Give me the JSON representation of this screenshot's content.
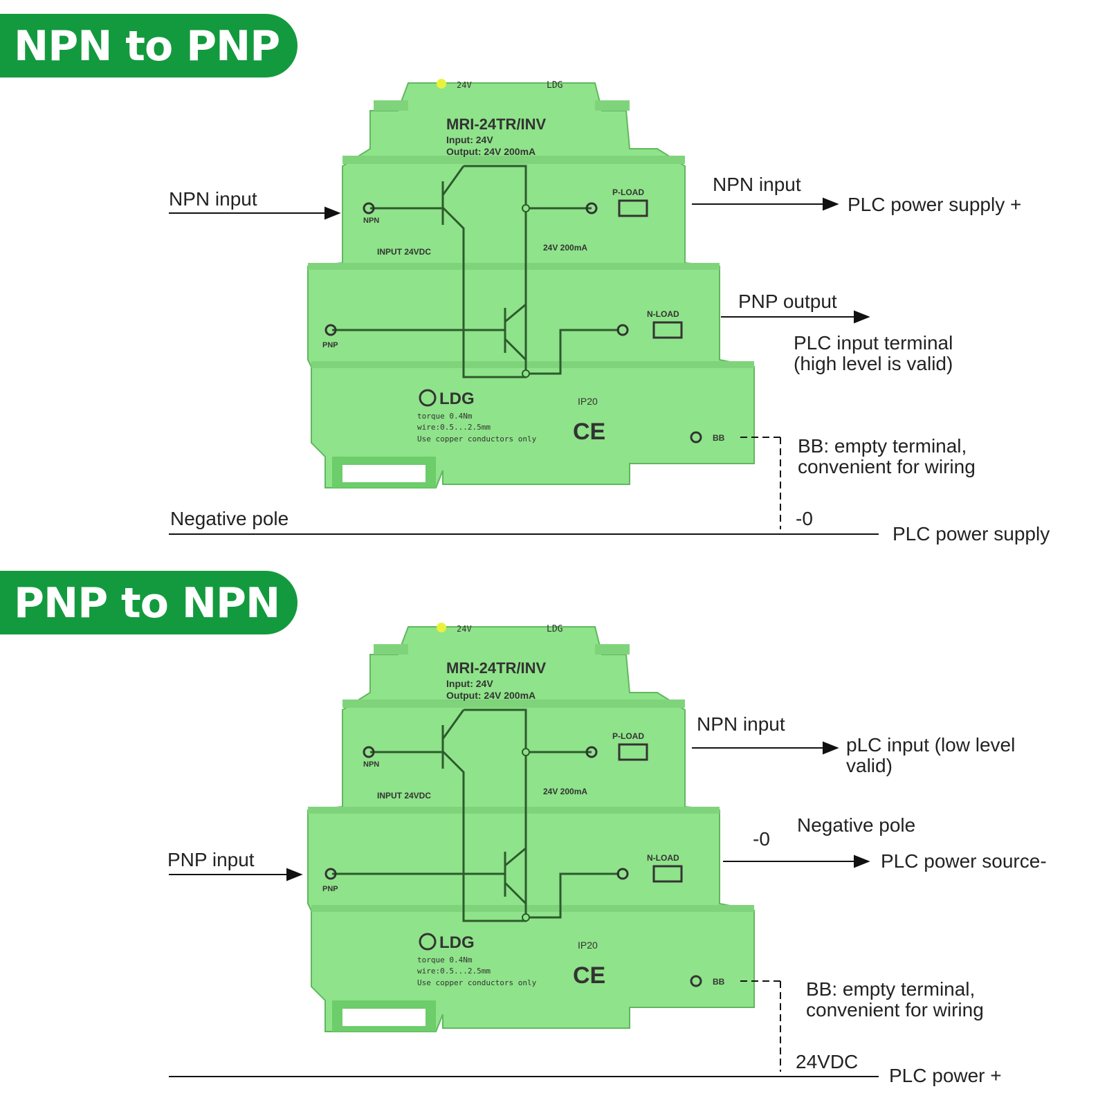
{
  "colors": {
    "banner": "#139a3e",
    "device": "#8fe38a",
    "device_shade": "#6ccd6a",
    "line": "#222222"
  },
  "device_text": {
    "model": "MRI-24TR/INV",
    "input_spec": "Input:  24V",
    "output_spec": "Output: 24V    200mA",
    "p_load": "P-LOAD",
    "n_load": "N-LOAD",
    "npn": "NPN",
    "pnp": "PNP",
    "input_label": "INPUT 24VDC",
    "output_label": "24V 200mA",
    "brand": "LDG",
    "top_brand": "LDG",
    "torque": "torque 0.4Nm",
    "wire": "wire:0.5...2.5mm",
    "copper": "Use copper conductors only",
    "ip": "IP20",
    "ce": "CE",
    "bb": "BB",
    "top_24v": "24V"
  },
  "section1": {
    "banner": "NPN to PNP",
    "npn_input_left": "NPN input",
    "npn_input_right": "NPN input",
    "plc_power_plus": "PLC power supply +",
    "pnp_output": "PNP output",
    "plc_input_line1": "PLC input terminal",
    "plc_input_line2": "(high level is valid)",
    "bb_line1": "BB: empty terminal,",
    "bb_line2": "convenient for wiring",
    "negative_pole": "Negative pole",
    "zero": "-0",
    "plc_power_supply": "PLC power supply"
  },
  "section2": {
    "banner": "PNP to NPN",
    "npn_input_right": "NPN input",
    "plc_input_line1": "pLC input (low level",
    "plc_input_line2": "valid)",
    "negative_pole": "Negative pole",
    "zero": "-0",
    "plc_power_source": "PLC power source-",
    "pnp_input_left": "PNP input",
    "bb_line1": "BB: empty terminal,",
    "bb_line2": "convenient for wiring",
    "vdc": "24VDC",
    "plc_power_plus": "PLC power +"
  }
}
